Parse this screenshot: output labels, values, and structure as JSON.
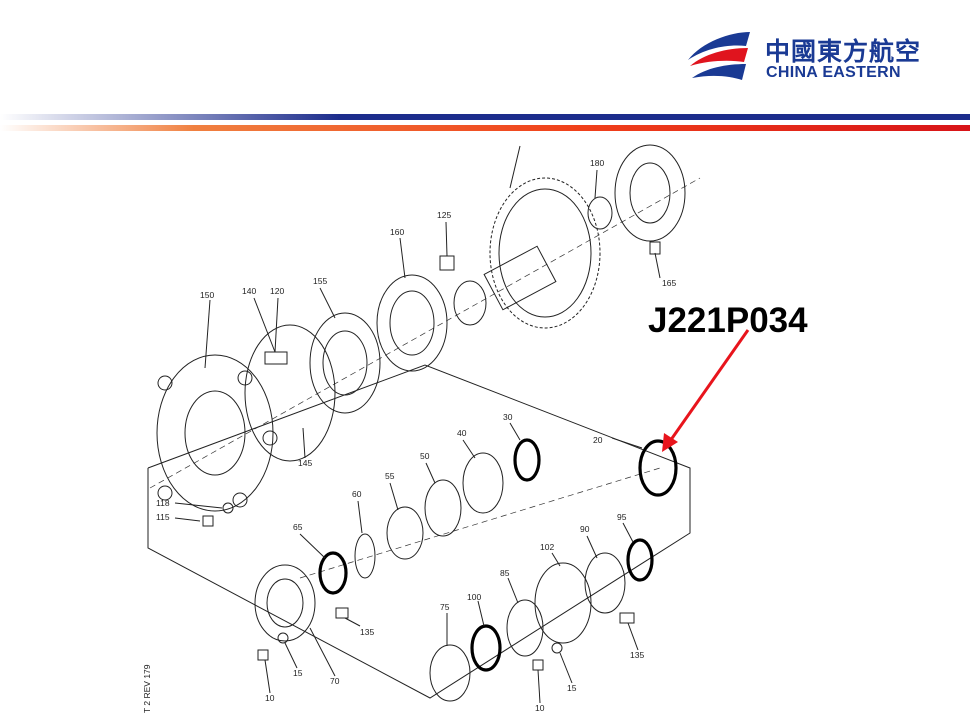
{
  "header": {
    "logo_cn": "中國東方航空",
    "logo_en": "CHINA EASTERN",
    "brand_colors": {
      "blue": "#1a3a94",
      "red": "#e0141e"
    }
  },
  "callout": {
    "part_number": "J221P034",
    "arrow_color": "#e8141c"
  },
  "diagram": {
    "side_note": "T 2 REV 179",
    "labels": [
      "180",
      "125",
      "160",
      "165",
      "150",
      "140",
      "120",
      "155",
      "145",
      "30",
      "40",
      "50",
      "20",
      "55",
      "60",
      "118",
      "115",
      "65",
      "90",
      "95",
      "102",
      "85",
      "100",
      "75",
      "135",
      "15",
      "70",
      "10"
    ]
  }
}
